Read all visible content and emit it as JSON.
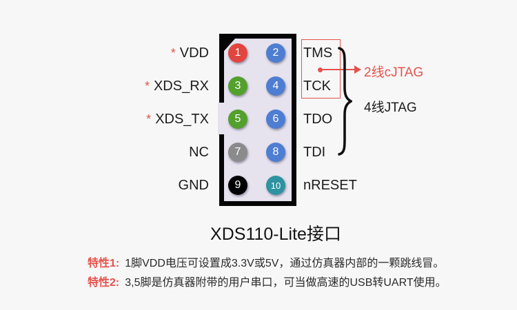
{
  "title": "XDS110-Lite接口",
  "colors": {
    "background": "#f7f7f7",
    "connector_fill": "#e6e2ee",
    "connector_border": "#050505",
    "accent_red": "#e5524c",
    "text_black": "#1c1c1c",
    "pin_red": "#e2453e",
    "pin_blue": "#4e7ed1",
    "pin_green": "#53a02d",
    "pin_gray": "#8b8b8b",
    "pin_black": "#000000",
    "pin_teal": "#2d93a1"
  },
  "pins": [
    {
      "number": "1",
      "color": "#e2453e"
    },
    {
      "number": "2",
      "color": "#4e7ed1"
    },
    {
      "number": "3",
      "color": "#53a02d"
    },
    {
      "number": "4",
      "color": "#4e7ed1"
    },
    {
      "number": "5",
      "color": "#53a02d"
    },
    {
      "number": "6",
      "color": "#4e7ed1"
    },
    {
      "number": "7",
      "color": "#8b8b8b"
    },
    {
      "number": "8",
      "color": "#4e7ed1"
    },
    {
      "number": "9",
      "color": "#000000"
    },
    {
      "number": "10",
      "color": "#2d93a1"
    }
  ],
  "left_labels": [
    {
      "star": "*",
      "text": "VDD"
    },
    {
      "star": "*",
      "text": "XDS_RX"
    },
    {
      "star": "*",
      "text": "XDS_TX"
    },
    {
      "star": "",
      "text": "NC"
    },
    {
      "star": "",
      "text": "GND"
    }
  ],
  "right_labels": [
    "TMS",
    "TCK",
    "TDO",
    "TDI",
    "nRESET"
  ],
  "annotations": {
    "cjtag": "2线cJTAG",
    "jtag": "4线JTAG"
  },
  "features": [
    {
      "label": "特性1:",
      "text": "1脚VDD电压可设置成3.3V或5V，通过仿真器内部的一颗跳线冒。"
    },
    {
      "label": "特性2:",
      "text": "3,5脚是仿真器附带的用户串口，可当做高速的USB转UART使用。"
    }
  ]
}
